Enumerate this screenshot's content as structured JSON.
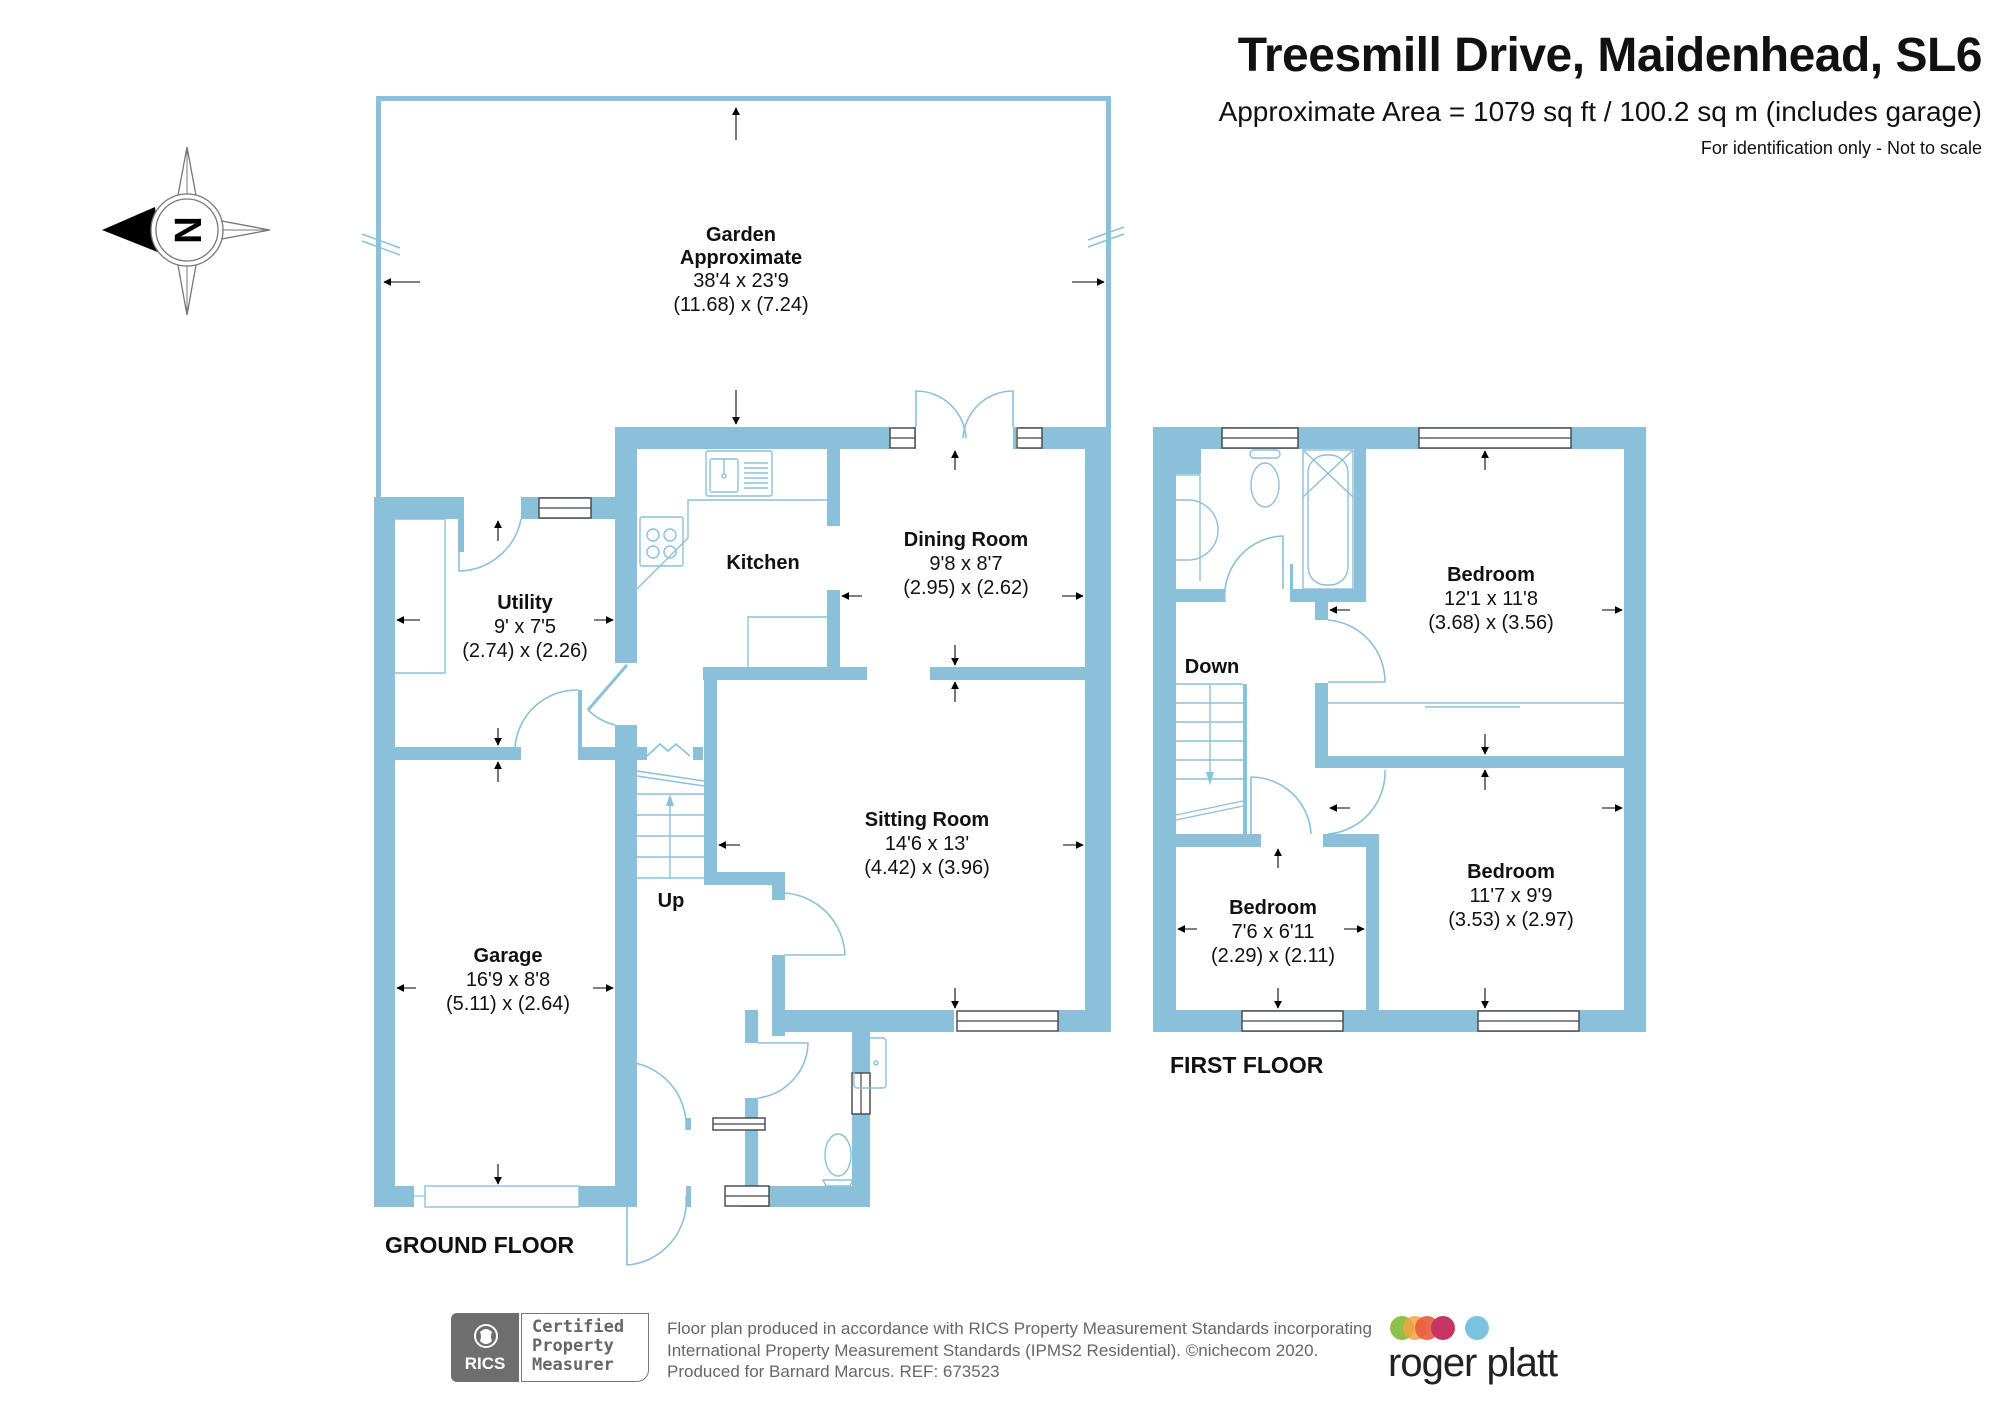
{
  "header": {
    "title": "Treesmill Drive, Maidenhead, SL6",
    "area": "Approximate Area = 1079 sq ft / 100.2 sq m (includes garage)",
    "note": "For identification only - Not to scale"
  },
  "compass": {
    "icon": "compass-north-icon",
    "letter": "N"
  },
  "ground_floor": {
    "label": "GROUND FLOOR",
    "rooms": {
      "garden": {
        "name": "Garden",
        "name2": "Approximate",
        "imperial": "38'4 x 23'9",
        "metric": "(11.68) x (7.24)"
      },
      "utility": {
        "name": "Utility",
        "imperial": "9' x 7'5",
        "metric": "(2.74) x (2.26)"
      },
      "kitchen": {
        "name": "Kitchen"
      },
      "dining": {
        "name": "Dining Room",
        "imperial": "9'8 x 8'7",
        "metric": "(2.95) x (2.62)"
      },
      "sitting": {
        "name": "Sitting Room",
        "imperial": "14'6 x 13'",
        "metric": "(4.42) x (3.96)"
      },
      "garage": {
        "name": "Garage",
        "imperial": "16'9 x 8'8",
        "metric": "(5.11) x (2.64)"
      }
    },
    "stairs_label": "Up"
  },
  "first_floor": {
    "label": "FIRST FLOOR",
    "rooms": {
      "bedroom1": {
        "name": "Bedroom",
        "imperial": "12'1 x 11'8",
        "metric": "(3.68) x (3.56)"
      },
      "bedroom2": {
        "name": "Bedroom",
        "imperial": "11'7 x 9'9",
        "metric": "(3.53) x (2.97)"
      },
      "bedroom3": {
        "name": "Bedroom",
        "imperial": "7'6 x 6'11",
        "metric": "(2.29) x (2.11)"
      }
    },
    "stairs_label": "Down"
  },
  "footer": {
    "rics_word": "RICS",
    "rics_cert": [
      "Certified",
      "Property",
      "Measurer"
    ],
    "lines": [
      "Floor plan produced in accordance with RICS Property Measurement Standards incorporating",
      "International Property Measurement Standards (IPMS2 Residential).   ©nichecom 2020.",
      "Produced for Barnard Marcus.   REF:  673523"
    ],
    "agent_logo_text": "roger platt",
    "agent_logo_colors": [
      "#8dc04b",
      "#f4a340",
      "#e95d3c",
      "#c73562",
      "#7cc3e0"
    ]
  },
  "colors": {
    "wall": "#8bc0da",
    "text": "#111111"
  }
}
